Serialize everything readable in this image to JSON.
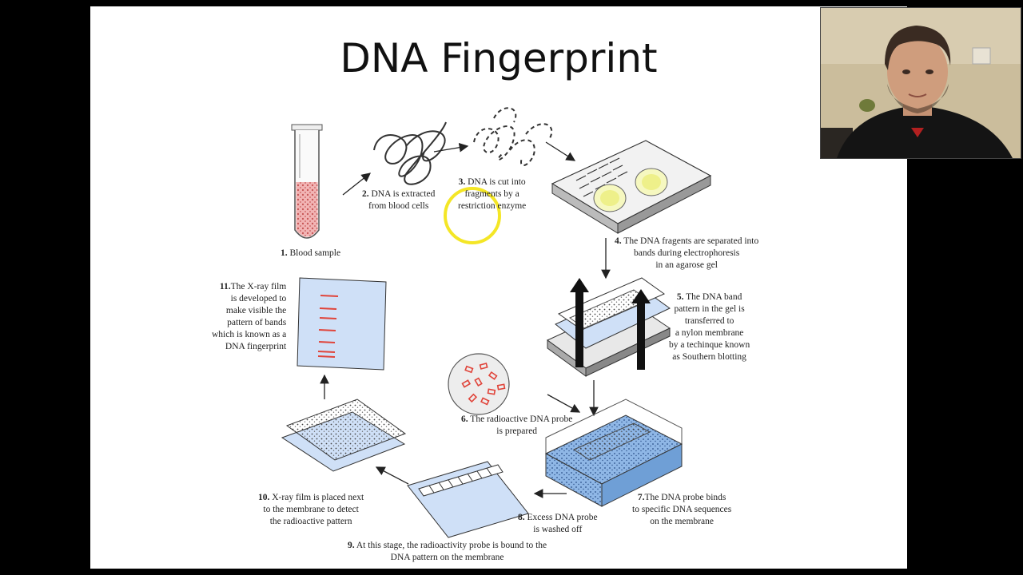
{
  "slide": {
    "title": "DNA Fingerprint"
  },
  "steps": [
    {
      "num": "1.",
      "lines": [
        "Blood sample"
      ]
    },
    {
      "num": "2.",
      "lines": [
        "DNA is extracted",
        "from blood cells"
      ]
    },
    {
      "num": "3.",
      "lines": [
        "DNA is cut into",
        "fragments by a",
        "restriction enzyme"
      ]
    },
    {
      "num": "4.",
      "lines": [
        "The DNA fragents are separated into",
        "bands during electrophoresis",
        "in an agarose gel"
      ]
    },
    {
      "num": "5.",
      "lines": [
        "The DNA band",
        "pattern in the gel is",
        "transferred to",
        "a nylon membrane",
        "by a techinque known",
        "as Southern blotting"
      ]
    },
    {
      "num": "6.",
      "lines": [
        "The radioactive DNA probe",
        "is prepared"
      ]
    },
    {
      "num": "7.",
      "lines": [
        "The DNA probe binds",
        "to specific DNA sequences",
        "on the membrane"
      ]
    },
    {
      "num": "8.",
      "lines": [
        "Excess DNA probe",
        "is washed off"
      ]
    },
    {
      "num": "9.",
      "lines": [
        "At this stage, the radioactivity probe is bound to the",
        "DNA pattern on the membrane"
      ]
    },
    {
      "num": "10.",
      "lines": [
        "X-ray film is placed next",
        "to the membrane to detect",
        "the radioactive pattern"
      ]
    },
    {
      "num": "11.",
      "lines": [
        "The X-ray film",
        "is developed to",
        "make visible the",
        "pattern of bands",
        "which is known as a",
        "DNA fingerprint"
      ]
    }
  ],
  "colors": {
    "blood": "#e98c8c",
    "membrane": "#cfe0f7",
    "buffer": "#8fb7e6",
    "band": "#e0443a",
    "highlight": "#f2e200"
  },
  "webcam": {
    "icon": "person-video-icon"
  }
}
